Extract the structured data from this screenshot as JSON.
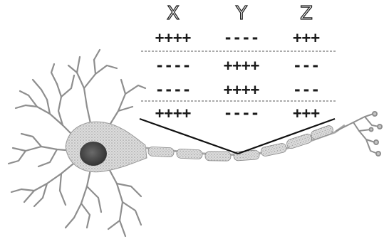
{
  "columns": [
    "X",
    "Y",
    "Z"
  ],
  "rows": [
    [
      "++++",
      "----",
      "+++"
    ],
    [
      "----",
      "++++",
      "---"
    ],
    [
      "----",
      "++++",
      "---"
    ],
    [
      "++++",
      "----",
      "+++"
    ]
  ],
  "colors": {
    "ink": "#1b1b1b",
    "cell": "#c8c8c8",
    "dash": "#777777"
  }
}
